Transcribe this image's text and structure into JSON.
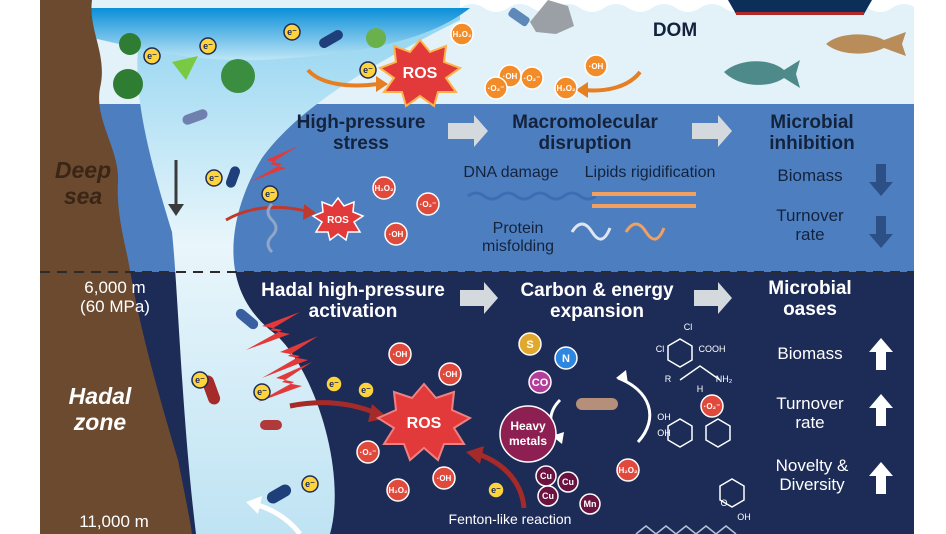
{
  "colors": {
    "surface_water": "#e3f1f8",
    "deep_band": "#4d7fc0",
    "hadal_band": "#1d2b57",
    "cliff": "#6b4a30",
    "ros": "#e2393a",
    "bubble": "#e04a3c",
    "electron": "#ffd43b",
    "arrow_grey": "#d4d9de",
    "carbon_arrow": "#e67e22"
  },
  "top": {
    "dom_label": "DOM",
    "ros_label": "ROS",
    "species": [
      "H₂O₂",
      "·OH",
      "·O₂⁻",
      "·OH",
      "·O₂⁻",
      "H₂O₂"
    ],
    "electron": "e⁻"
  },
  "deep": {
    "zone_line1": "Deep",
    "zone_line2": "sea",
    "stress_line1": "High-pressure",
    "stress_line2": "stress",
    "disruption_line1": "Macromolecular",
    "disruption_line2": "disruption",
    "inhibition_line1": "Microbial",
    "inhibition_line2": "inhibition",
    "dna_damage": "DNA damage",
    "lipids": "Lipids rigidification",
    "protein_line1": "Protein",
    "protein_line2": "misfolding",
    "biomass": "Biomass",
    "turnover_line1": "Turnover",
    "turnover_line2": "rate",
    "ros_label": "ROS",
    "species": [
      "H₂O₂",
      "·O₂⁻",
      "·OH"
    ]
  },
  "hadal": {
    "depth_top_line1": "6,000 m",
    "depth_top_line2": "(60 MPa)",
    "zone_line1": "Hadal",
    "zone_line2": "zone",
    "depth_bottom": "11,000 m",
    "activation_line1": "Hadal high-pressure",
    "activation_line2": "activation",
    "expansion_line1": "Carbon & energy",
    "expansion_line2": "expansion",
    "oases_line1": "Microbial",
    "oases_line2": "oases",
    "biomass": "Biomass",
    "turnover_line1": "Turnover",
    "turnover_line2": "rate",
    "novelty_line1": "Novelty &",
    "novelty_line2": "Diversity",
    "elements": [
      "S",
      "N",
      "CO"
    ],
    "heavy_line1": "Heavy",
    "heavy_line2": "metals",
    "metals": [
      "Cu",
      "Cu",
      "Cu",
      "Mn"
    ],
    "ros_label": "ROS",
    "fenton": "Fenton-like reaction",
    "species": [
      "·OH",
      "·OH",
      "·O₂⁻",
      "·OH",
      "H₂O₂",
      "·O₂⁻",
      "H₂O₂"
    ],
    "chem_labels": [
      "Cl",
      "Cl",
      "COOH",
      "R",
      "NH₂",
      "H",
      "OH",
      "OH",
      "O",
      "OH"
    ]
  }
}
